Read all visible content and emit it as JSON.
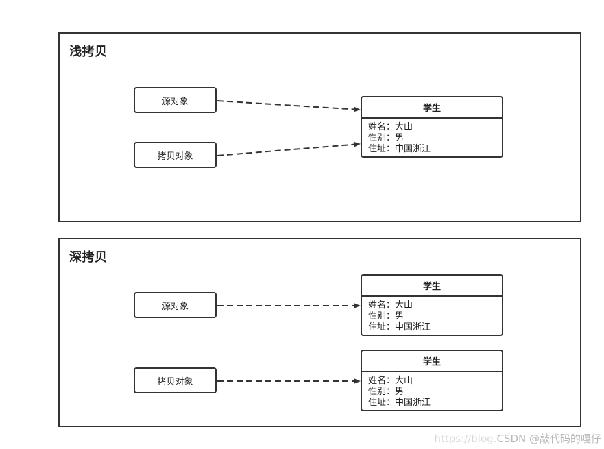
{
  "diagram": {
    "shallow_copy": {
      "title": "浅拷贝",
      "source_object": "源对象",
      "copy_object": "拷贝对象",
      "student": {
        "header": "学生",
        "fields": [
          "姓名：大山",
          "性别：男",
          "住址：中国浙江"
        ]
      }
    },
    "deep_copy": {
      "title": "深拷贝",
      "source_object": "源对象",
      "copy_object": "拷贝对象",
      "student_source": {
        "header": "学生",
        "fields": [
          "姓名：大山",
          "性别：男",
          "住址：中国浙江"
        ]
      },
      "student_copy": {
        "header": "学生",
        "fields": [
          "姓名：大山",
          "性别：男",
          "住址：中国浙江"
        ]
      }
    }
  },
  "watermark": {
    "url": "https://blog.",
    "text": "CSDN @敲代码的嘎仔"
  },
  "colors": {
    "stroke": "#333333",
    "text": "#222222",
    "background": "#ffffff"
  }
}
